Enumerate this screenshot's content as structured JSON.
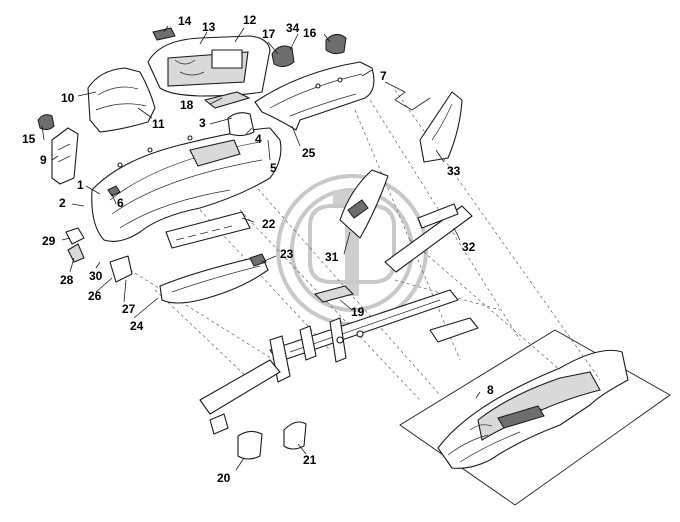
{
  "callouts": [
    {
      "id": "c1",
      "label": "1"
    },
    {
      "id": "c2",
      "label": "2"
    },
    {
      "id": "c3",
      "label": "3"
    },
    {
      "id": "c4",
      "label": "4"
    },
    {
      "id": "c5",
      "label": "5"
    },
    {
      "id": "c6",
      "label": "6"
    },
    {
      "id": "c7",
      "label": "7"
    },
    {
      "id": "c8",
      "label": "8"
    },
    {
      "id": "c9",
      "label": "9"
    },
    {
      "id": "c10",
      "label": "10"
    },
    {
      "id": "c11",
      "label": "11"
    },
    {
      "id": "c12",
      "label": "12"
    },
    {
      "id": "c13",
      "label": "13"
    },
    {
      "id": "c14",
      "label": "14"
    },
    {
      "id": "c15",
      "label": "15"
    },
    {
      "id": "c16",
      "label": "16"
    },
    {
      "id": "c17",
      "label": "17"
    },
    {
      "id": "c18",
      "label": "18"
    },
    {
      "id": "c19",
      "label": "19"
    },
    {
      "id": "c20",
      "label": "20"
    },
    {
      "id": "c21",
      "label": "21"
    },
    {
      "id": "c22",
      "label": "22"
    },
    {
      "id": "c23",
      "label": "23"
    },
    {
      "id": "c24",
      "label": "24"
    },
    {
      "id": "c25",
      "label": "25"
    },
    {
      "id": "c26",
      "label": "26"
    },
    {
      "id": "c27",
      "label": "27"
    },
    {
      "id": "c28",
      "label": "28"
    },
    {
      "id": "c29",
      "label": "29"
    },
    {
      "id": "c30",
      "label": "30"
    },
    {
      "id": "c31",
      "label": "31"
    },
    {
      "id": "c32",
      "label": "32"
    },
    {
      "id": "c33",
      "label": "33"
    },
    {
      "id": "c34",
      "label": "34"
    }
  ],
  "watermark": {
    "icon": "logo-watermark-icon"
  },
  "colors": {
    "line": "#1a1a1a",
    "watermark": "#c8c8c8",
    "background": "#ffffff"
  }
}
